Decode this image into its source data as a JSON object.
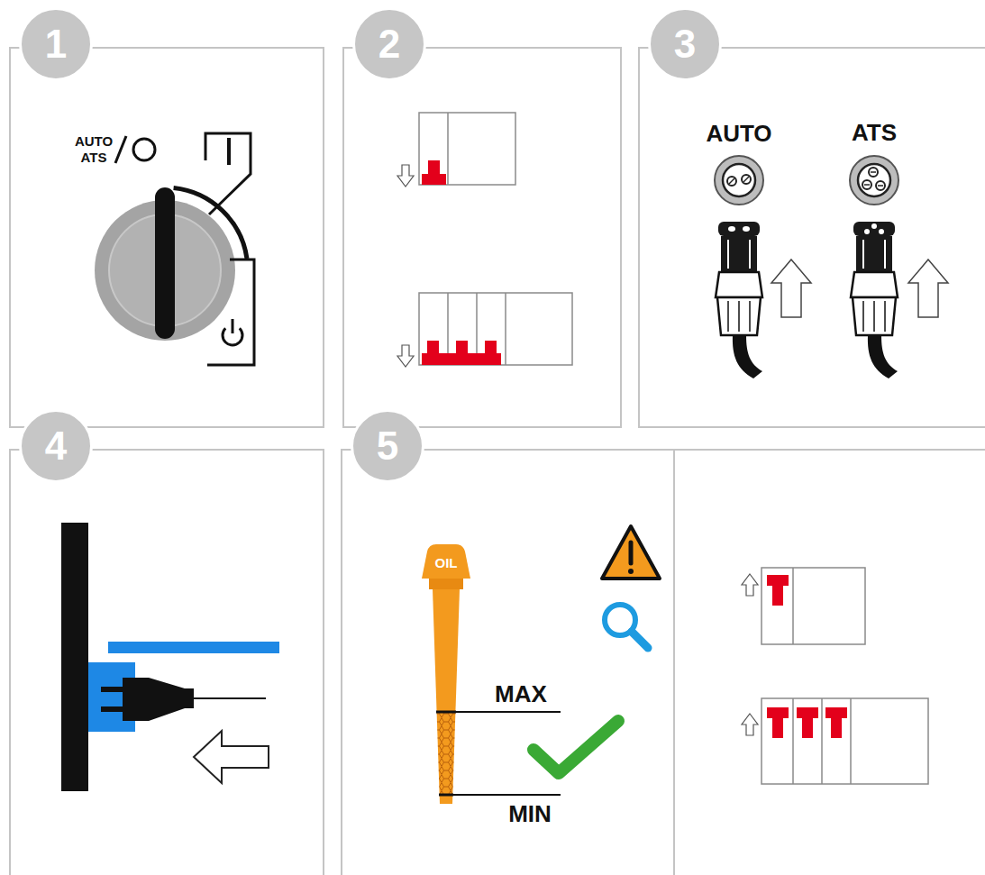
{
  "diagram": {
    "nodes": [
      {
        "text": [
          "1"
        ]
      },
      {
        "text": [
          "2"
        ]
      },
      {
        "text": [
          "3"
        ]
      },
      {
        "text": [
          "4"
        ]
      },
      {
        "text": [
          "5"
        ]
      }
    ],
    "labels": [
      "AUTO",
      "ATS",
      "AUTO",
      "ATS",
      "OIL",
      "MAX",
      "MIN"
    ]
  }
}
